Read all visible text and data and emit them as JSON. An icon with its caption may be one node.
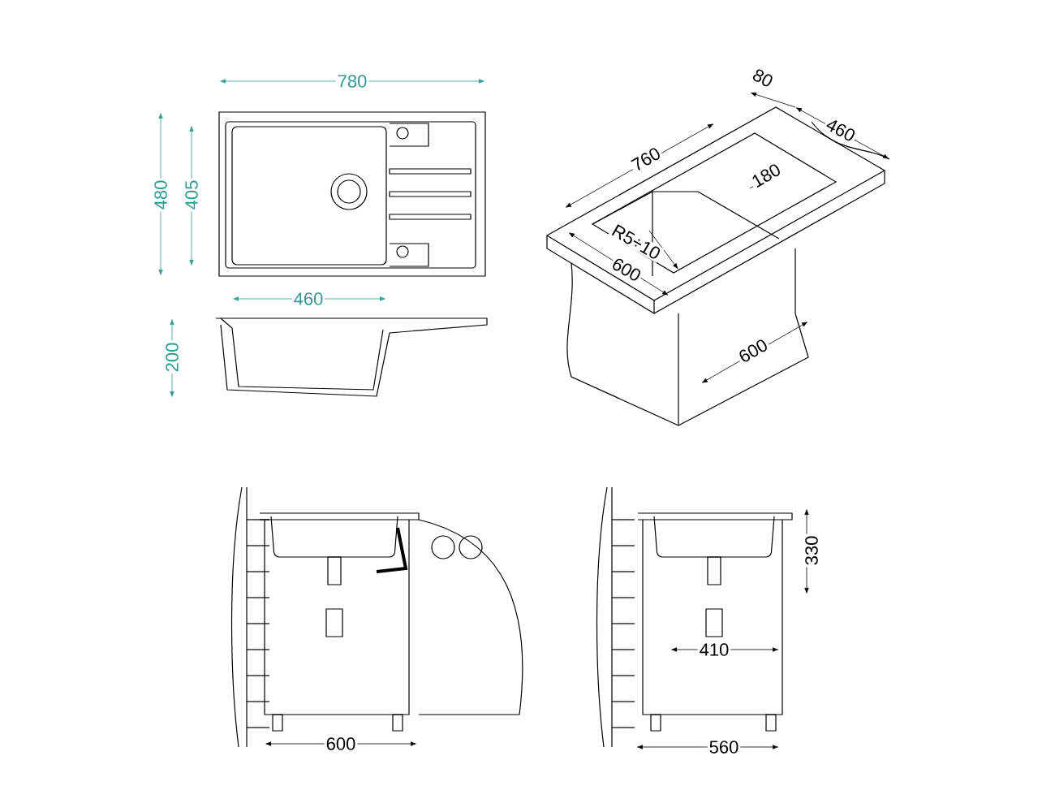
{
  "diagram": {
    "labels": [
      "780",
      "480",
      "405",
      "460",
      "200",
      "80",
      "460",
      "760",
      "180",
      "R5÷10",
      "600",
      "600",
      "600",
      "330",
      "410",
      "560"
    ]
  }
}
